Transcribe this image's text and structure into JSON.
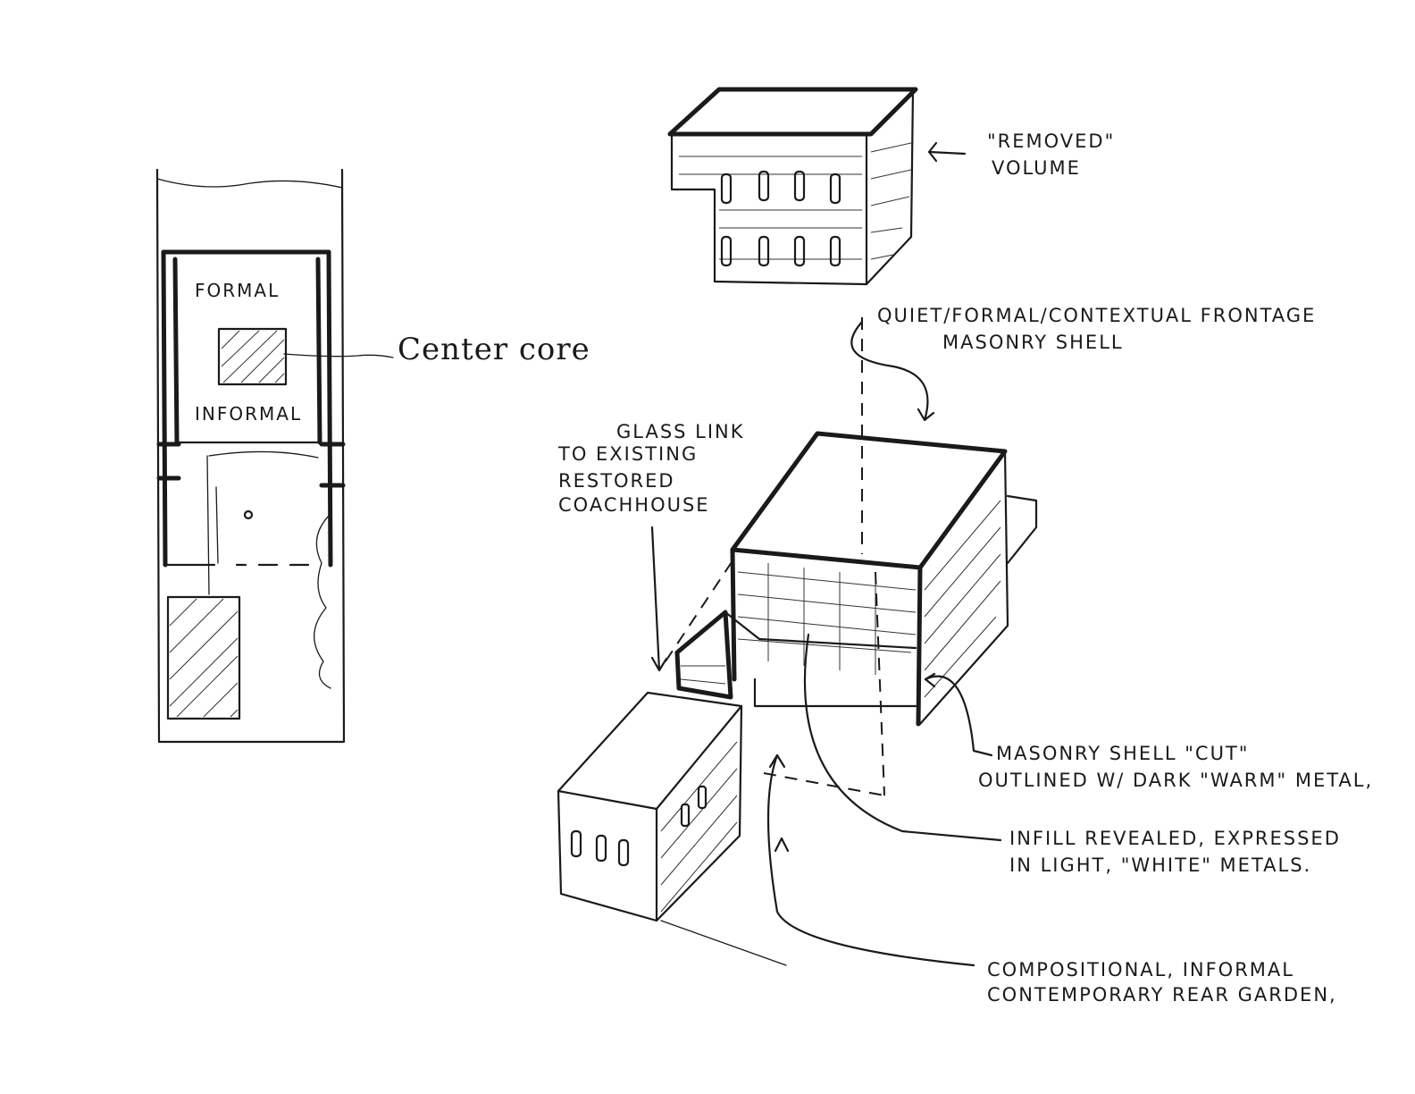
{
  "plan": {
    "formal_label": "FORMAL",
    "center_core_label": "Center core",
    "informal_label": "INFORMAL"
  },
  "annotations": {
    "removed_volume": [
      "\"REMOVED\"",
      "VOLUME"
    ],
    "frontage": [
      "QUIET/FORMAL/CONTEXTUAL FRONTAGE",
      "MASONRY SHELL"
    ],
    "glass_link": [
      "GLASS LINK",
      "TO EXISTING",
      "RESTORED",
      "COACHHOUSE"
    ],
    "masonry_cut": [
      "MASONRY SHELL \"CUT\"",
      "OUTLINED W/ DARK \"WARM\" METAL,"
    ],
    "infill": [
      "INFILL REVEALED, EXPRESSED",
      "IN LIGHT, \"WHITE\" METALS."
    ],
    "garden": [
      "COMPOSITIONAL, INFORMAL",
      "CONTEMPORARY REAR GARDEN,"
    ]
  }
}
